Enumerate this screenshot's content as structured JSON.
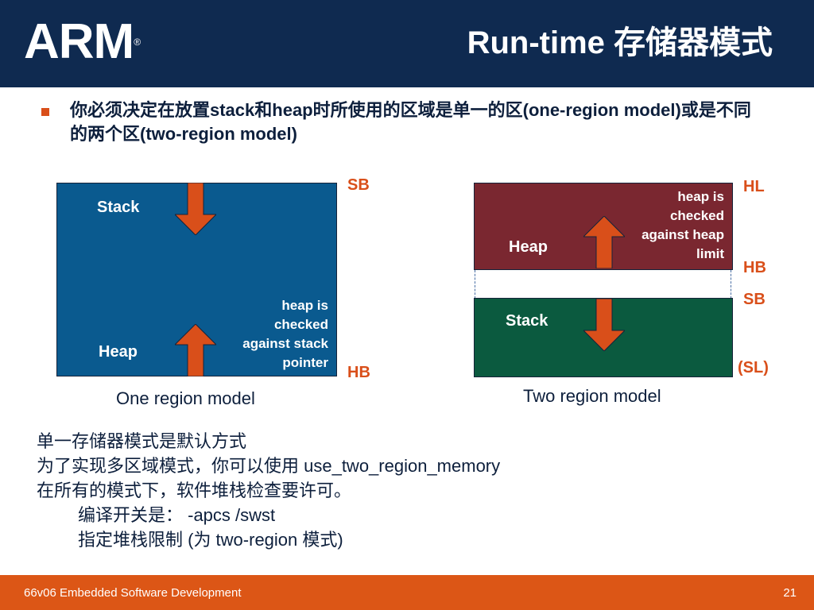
{
  "header": {
    "logo": "ARM",
    "trademark": "®",
    "title": "Run-time 存储器模式"
  },
  "bullet": {
    "text": "你必须决定在放置stack和heap时所使用的区域是单一的区(one-region model)或是不同的两个区(two-region model)"
  },
  "one_region": {
    "stack_label": "Stack",
    "heap_label": "Heap",
    "note": [
      "heap is",
      "checked",
      "against stack",
      "pointer"
    ],
    "sb": "SB",
    "hb": "HB",
    "caption": "One region model"
  },
  "two_region": {
    "heap_label": "Heap",
    "stack_label": "Stack",
    "note": [
      "heap is",
      "checked",
      "against heap",
      "limit"
    ],
    "hl": "HL",
    "hb": "HB",
    "sb": "SB",
    "sl": "(SL)",
    "caption": "Two region model"
  },
  "body": {
    "lines": [
      "单一存储器模式是默认方式",
      "为了实现多区域模式，你可以使用 use_two_region_memory",
      "在所有的模式下，软件堆栈检查要许可。"
    ],
    "indented": [
      "编译开关是： -apcs /swst",
      "指定堆栈限制 (为 two-region 模式)"
    ]
  },
  "footer": {
    "left": "66v06 Embedded Software Development",
    "page": "21"
  },
  "colors": {
    "header": "#0f2a50",
    "footer": "#dc5616",
    "one_region_fill": "#0a5a8f",
    "heap_fill": "#7a2730",
    "stack_fill": "#0b5a3f",
    "arrow": "#d94f1a"
  }
}
